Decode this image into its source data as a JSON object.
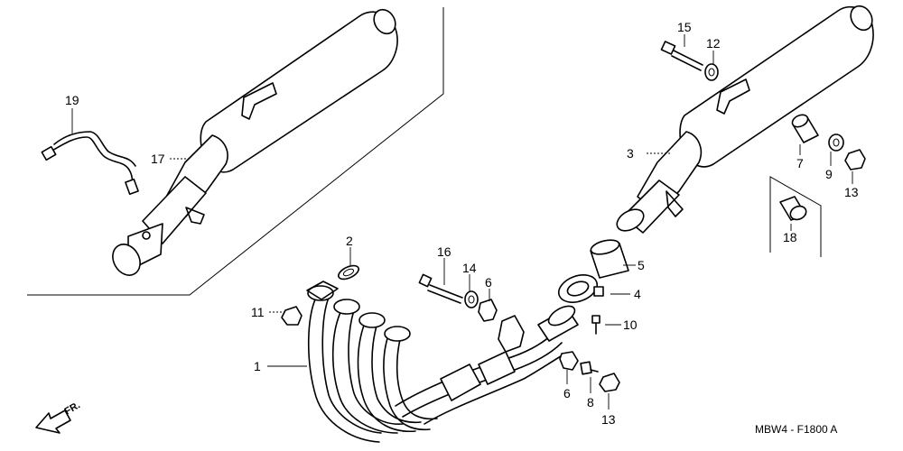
{
  "diagram": {
    "callouts": {
      "c1": "1",
      "c2": "2",
      "c3": "3",
      "c4": "4",
      "c5": "5",
      "c6a": "6",
      "c6b": "6",
      "c7": "7",
      "c8": "8",
      "c9": "9",
      "c10": "10",
      "c11": "11",
      "c12": "12",
      "c13a": "13",
      "c13b": "13",
      "c14": "14",
      "c15": "15",
      "c16": "16",
      "c17": "17",
      "c18": "18",
      "c19": "19"
    },
    "direction_label": "FR.",
    "drawing_code": "MBW4 - F1800 A"
  }
}
